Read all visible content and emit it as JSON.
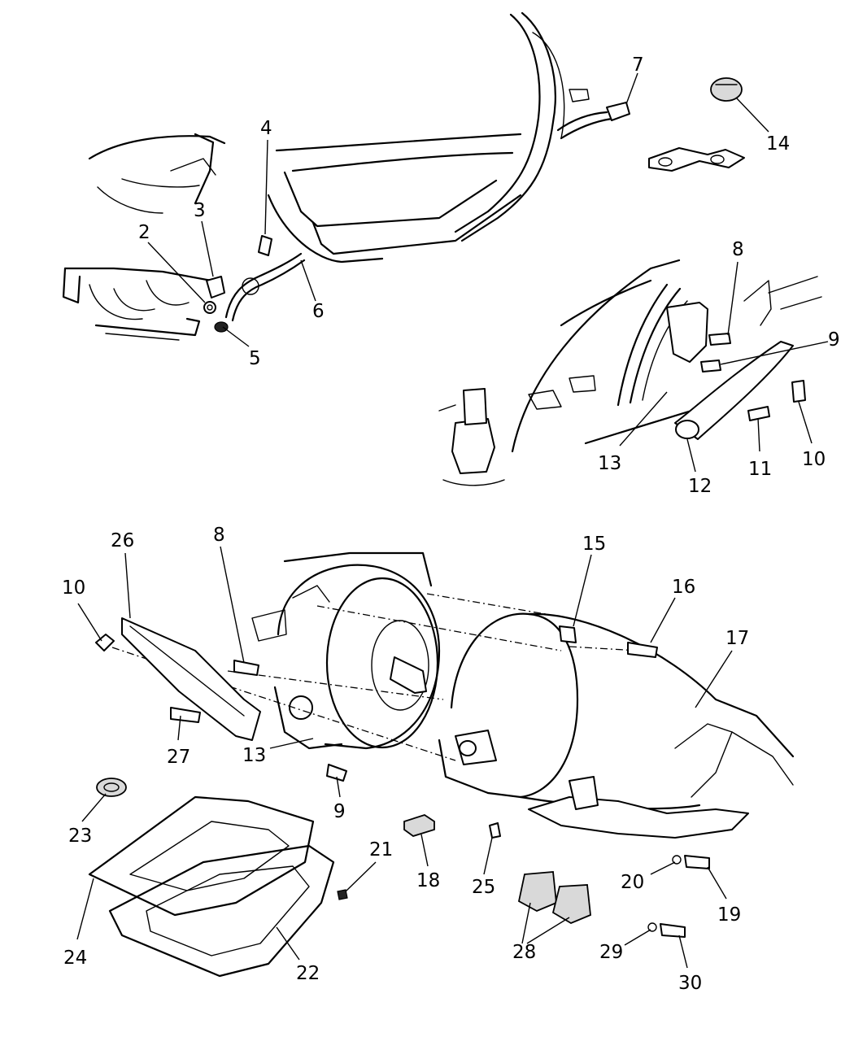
{
  "callouts": [
    {
      "id": "c2",
      "text": "2"
    },
    {
      "id": "c3",
      "text": "3"
    },
    {
      "id": "c4",
      "text": "4"
    },
    {
      "id": "c5",
      "text": "5"
    },
    {
      "id": "c6",
      "text": "6"
    },
    {
      "id": "c7",
      "text": "7"
    },
    {
      "id": "c14",
      "text": "14"
    },
    {
      "id": "c8a",
      "text": "8"
    },
    {
      "id": "c9a",
      "text": "9"
    },
    {
      "id": "c10a",
      "text": "10"
    },
    {
      "id": "c11",
      "text": "11"
    },
    {
      "id": "c12",
      "text": "12"
    },
    {
      "id": "c13a",
      "text": "13"
    },
    {
      "id": "c26",
      "text": "26"
    },
    {
      "id": "c8b",
      "text": "8"
    },
    {
      "id": "c15",
      "text": "15"
    },
    {
      "id": "c16",
      "text": "16"
    },
    {
      "id": "c17",
      "text": "17"
    },
    {
      "id": "c10b",
      "text": "10"
    },
    {
      "id": "c27",
      "text": "27"
    },
    {
      "id": "c13b",
      "text": "13"
    },
    {
      "id": "c9b",
      "text": "9"
    },
    {
      "id": "c23",
      "text": "23"
    },
    {
      "id": "c21",
      "text": "21"
    },
    {
      "id": "c18",
      "text": "18"
    },
    {
      "id": "c25",
      "text": "25"
    },
    {
      "id": "c20",
      "text": "20"
    },
    {
      "id": "c19",
      "text": "19"
    },
    {
      "id": "c24",
      "text": "24"
    },
    {
      "id": "c22",
      "text": "22"
    },
    {
      "id": "c28",
      "text": "28"
    },
    {
      "id": "c29",
      "text": "29"
    },
    {
      "id": "c30",
      "text": "30"
    }
  ]
}
